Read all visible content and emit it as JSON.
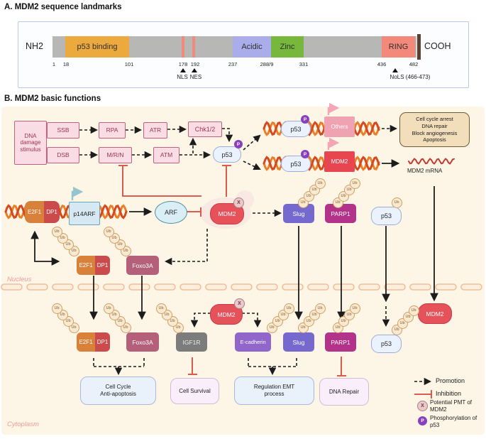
{
  "panel_a": {
    "title": "A. MDM2 sequence landmarks",
    "nh2": "NH2",
    "cooh": "COOH",
    "domains": {
      "p53_binding": "p53 binding",
      "acidic": "Acidic",
      "zinc": "Zinc",
      "ring": "RING"
    },
    "ticks": [
      "1",
      "18",
      "101",
      "178",
      "192",
      "237",
      "288/9",
      "331",
      "436",
      "482"
    ],
    "markers": {
      "nls": "NLS",
      "nes": "NES",
      "nols": "NoLS (466-473)"
    }
  },
  "panel_b": {
    "title": "B. MDM2 basic functions",
    "nucleus_label": "Nucleus",
    "cytoplasm_label": "Cytoplasm",
    "nodes": {
      "stimulus": [
        "DNA",
        "damage",
        "stimulus"
      ],
      "ssb": "SSB",
      "dsb": "DSB",
      "rpa": "RPA",
      "mrn": "M/R/N",
      "atr": "ATR",
      "atm": "ATM",
      "chk12": "Chk1/2",
      "p53": "p53",
      "others": "Others",
      "mdm2": "MDM2",
      "arf": "ARF",
      "p14arf": "p14ARF",
      "e2f1": "E2F1",
      "dp1": "DP1",
      "foxo3a": "Foxo3A",
      "slug": "Slug",
      "parp1": "PARP1",
      "igf1r": "IGF1R",
      "ecadherin": "E-cadherin",
      "ub": "Ub"
    },
    "badges": {
      "x": "X",
      "p": "P"
    },
    "outputs": {
      "arrest_lines": [
        "Cell cycle arrest",
        "DNA repair",
        "Block angiogenesis",
        "Apoptosis"
      ],
      "mdm2_mrna": "MDM2 mRNA",
      "cell_cycle": [
        "Cell Cycle",
        "Anti-apoptosis"
      ],
      "cell_survival": "Cell Survival",
      "emt": [
        "Regulation EMT",
        "process"
      ],
      "dna_repair": "DNA Repair"
    },
    "legend": {
      "promotion": "Promotion",
      "inhibition": "Inhibition",
      "pmt": [
        "Potential PMT of",
        "MDM2"
      ],
      "phospho": [
        "Phosphorylation of",
        "p53"
      ]
    }
  },
  "colors": {
    "inhibition_red": "#d7493d",
    "arrow_black": "#1c1c1c",
    "mdm2_red": "#e6525a",
    "mdm2_glow": "#fae9e2",
    "p53_blue_fill": "#eaf2fd",
    "p53_blue_border": "#9badde",
    "pathway_pink_fill": "#fadce5",
    "pathway_pink_border": "#c2607f",
    "others_pink": "#efa2b2",
    "mdm2_gene_red": "#e7454f",
    "tan_box_fill": "#f3debb",
    "tan_box_border": "#6f5c36",
    "helix_orange": "#e97f27",
    "helix_red": "#d4491f",
    "p_badge_purple": "#8940bd",
    "x_badge_pink": "#e9caca",
    "membrane_peach_border": "#f1bf97",
    "membrane_peach_fill": "#fdeede",
    "slug_purple": "#7569cf",
    "parp1_magenta": "#b23389",
    "igf1r_gray": "#7c7c7c",
    "ecadherin_purple": "#9166cb",
    "foxo3a_rose": "#b4607b",
    "e2f1_orange": "#d8813a",
    "dp1_red": "#cb4a4c",
    "arf_fill": "#daeef6",
    "arf_border": "#4f8ea6",
    "p14arf_fill": "#d6e9f3",
    "p14arf_border": "#6ba3bd",
    "domain_orange": "#ecaa3e",
    "domain_acidic": "#a9aeea",
    "domain_zinc": "#77b73c",
    "domain_ring": "#f2897b",
    "domain_gray": "#b7b7b5",
    "domain_tip_brown": "#5a4030",
    "ub_fill": "#f8ead2",
    "ub_border": "#d29f5e",
    "compartment_label_pink": "#f29a9a",
    "mrna_red": "#c23b30"
  }
}
